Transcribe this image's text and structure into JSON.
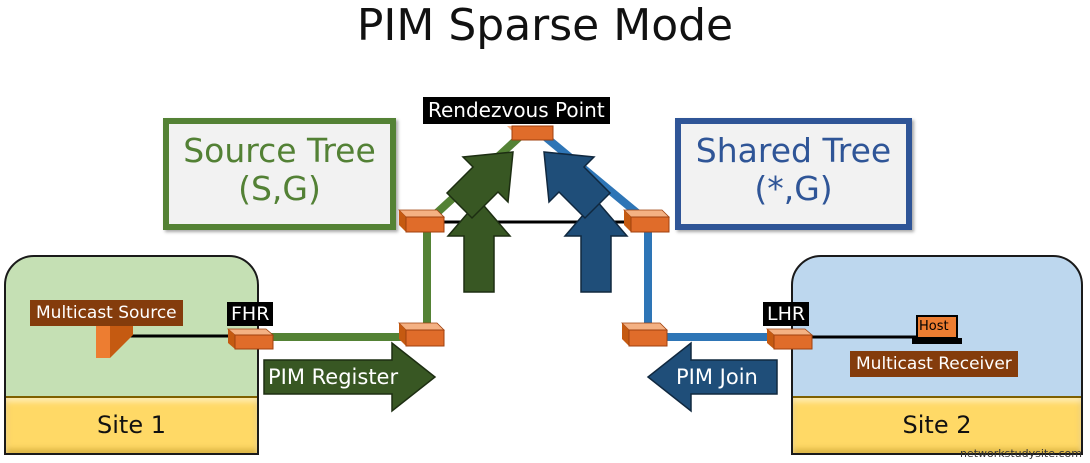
{
  "title": "PIM Sparse Mode",
  "source_tree": {
    "line1": "Source Tree",
    "line2": "(S,G)"
  },
  "shared_tree": {
    "line1": "Shared Tree",
    "line2": "(*,G)"
  },
  "rendezvous_point": {
    "label": "Rendezvous Point"
  },
  "site1": {
    "label": "Site 1",
    "source_label": "Multicast Source",
    "router_label": "FHR"
  },
  "site2": {
    "label": "Site 2",
    "receiver_label": "Multicast Receiver",
    "host_label": "Host",
    "router_label": "LHR"
  },
  "arrows": {
    "register_label": "PIM Register",
    "join_label": "PIM Join"
  },
  "watermark": "networkstudysite.com",
  "colors": {
    "source_green": "#548235",
    "arrow_green": "#385723",
    "shared_blue": "#2e75b6",
    "arrow_blue": "#1f4e79",
    "router_orange": "#d9622b",
    "label_brown": "#843c0c",
    "site1_bg": "#c5e0b4",
    "site2_bg": "#bdd7ee",
    "site_footer": "#ffd966"
  }
}
